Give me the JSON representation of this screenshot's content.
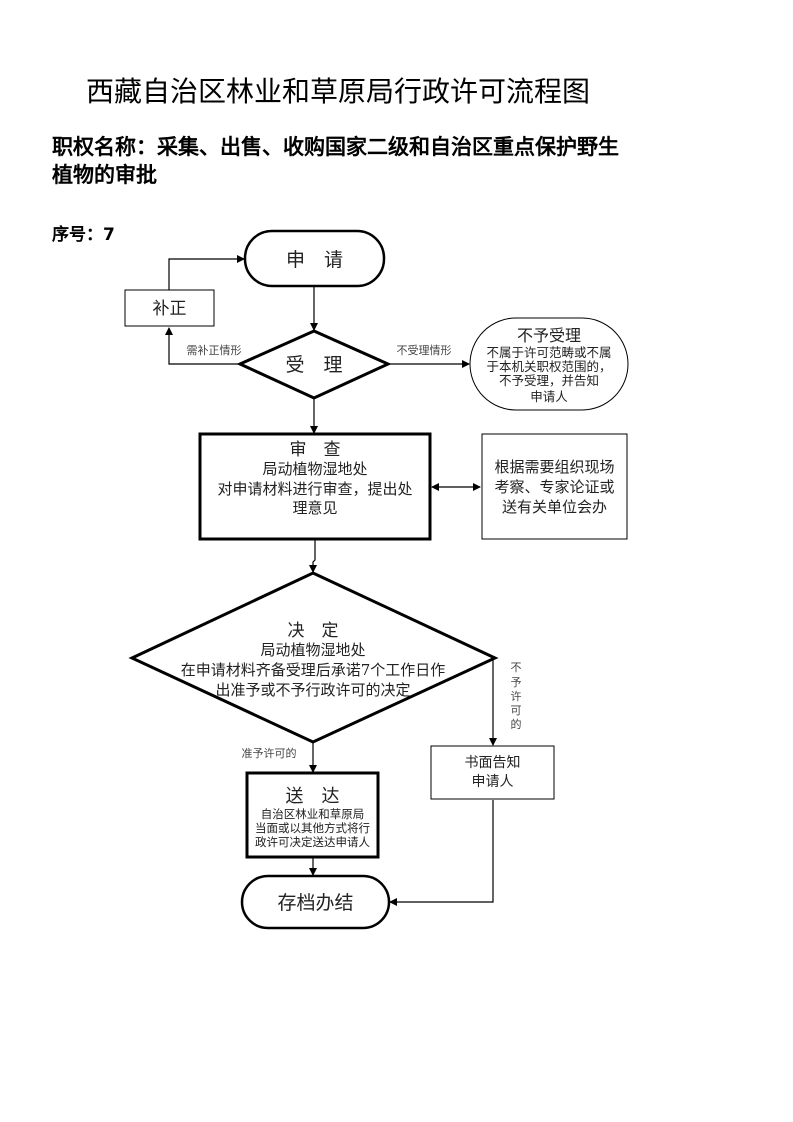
{
  "document": {
    "title": "西藏自治区林业和草原局行政许可流程图",
    "authority_name": "职权名称：采集、出售、收购国家二级和自治区重点保护野生植物的审批",
    "sequence": "序号：7"
  },
  "flowchart": {
    "nodes": {
      "apply": {
        "label": "申　请"
      },
      "correct": {
        "label": "补正"
      },
      "accept": {
        "label": "受　理"
      },
      "reject": {
        "title": "不予受理",
        "lines": [
          "不属于许可范畴或不属",
          "于本机关职权范围的，",
          "不予受理，并告知",
          "申请人"
        ]
      },
      "review": {
        "title": "审　查",
        "lines": [
          "局动植物湿地处",
          "对申请材料进行审查，提出处",
          "理意见"
        ]
      },
      "onsite": {
        "lines": [
          "根据需要组织现场",
          "考察、专家论证或",
          "送有关单位会办"
        ]
      },
      "decide": {
        "title": "决　定",
        "lines": [
          "局动植物湿地处",
          "在申请材料齐备受理后承诺7个工作日作",
          "出准予或不予行政许可的决定"
        ]
      },
      "notify": {
        "lines": [
          "书面告知",
          "申请人"
        ]
      },
      "deliver": {
        "title": "送　达",
        "lines": [
          "自治区林业和草原局",
          "当面或以其他方式将行",
          "政许可决定送达申请人"
        ]
      },
      "archive": {
        "label": "存档办结"
      }
    },
    "edge_labels": {
      "need_correction": "需补正情形",
      "not_accepted": "不受理情形",
      "approved": "准予许可的",
      "not_approved": [
        "不",
        "予",
        "许",
        "可",
        "的"
      ]
    }
  }
}
